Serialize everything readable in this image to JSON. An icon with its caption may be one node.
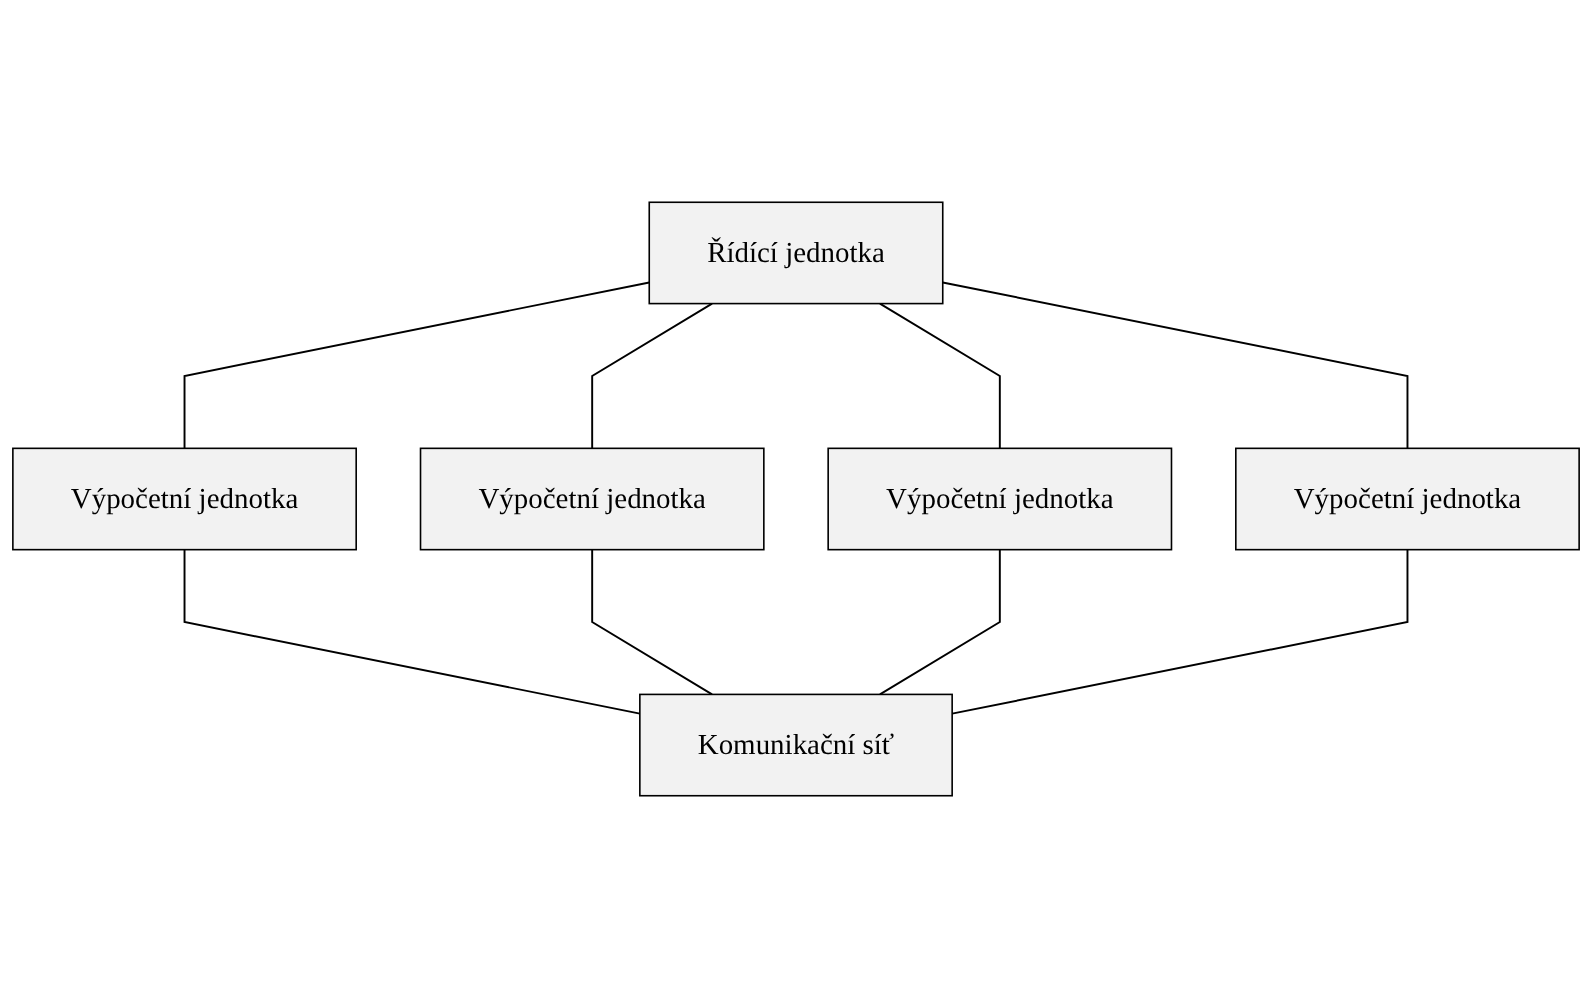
{
  "diagram": {
    "nodes": [
      {
        "text": [
          "Řídící jednotka"
        ]
      },
      {
        "text": [
          "Výpočetní jednotka"
        ]
      },
      {
        "text": [
          "Výpočetní jednotka"
        ]
      },
      {
        "text": [
          "Výpočetní jednotka"
        ]
      },
      {
        "text": [
          "Výpočetní jednotka"
        ]
      },
      {
        "text": [
          "Komunikační síť"
        ]
      }
    ],
    "edges": [
      {
        "from": 0,
        "to": 1,
        "arrow": "none"
      },
      {
        "from": 0,
        "to": 2,
        "arrow": "none"
      },
      {
        "from": 0,
        "to": 3,
        "arrow": "none"
      },
      {
        "from": 0,
        "to": 4,
        "arrow": "none"
      },
      {
        "from": 1,
        "to": 5,
        "arrow": "none"
      },
      {
        "from": 2,
        "to": 5,
        "arrow": "none"
      },
      {
        "from": 3,
        "to": 5,
        "arrow": "none"
      },
      {
        "from": 4,
        "to": 5,
        "arrow": "none"
      }
    ]
  }
}
